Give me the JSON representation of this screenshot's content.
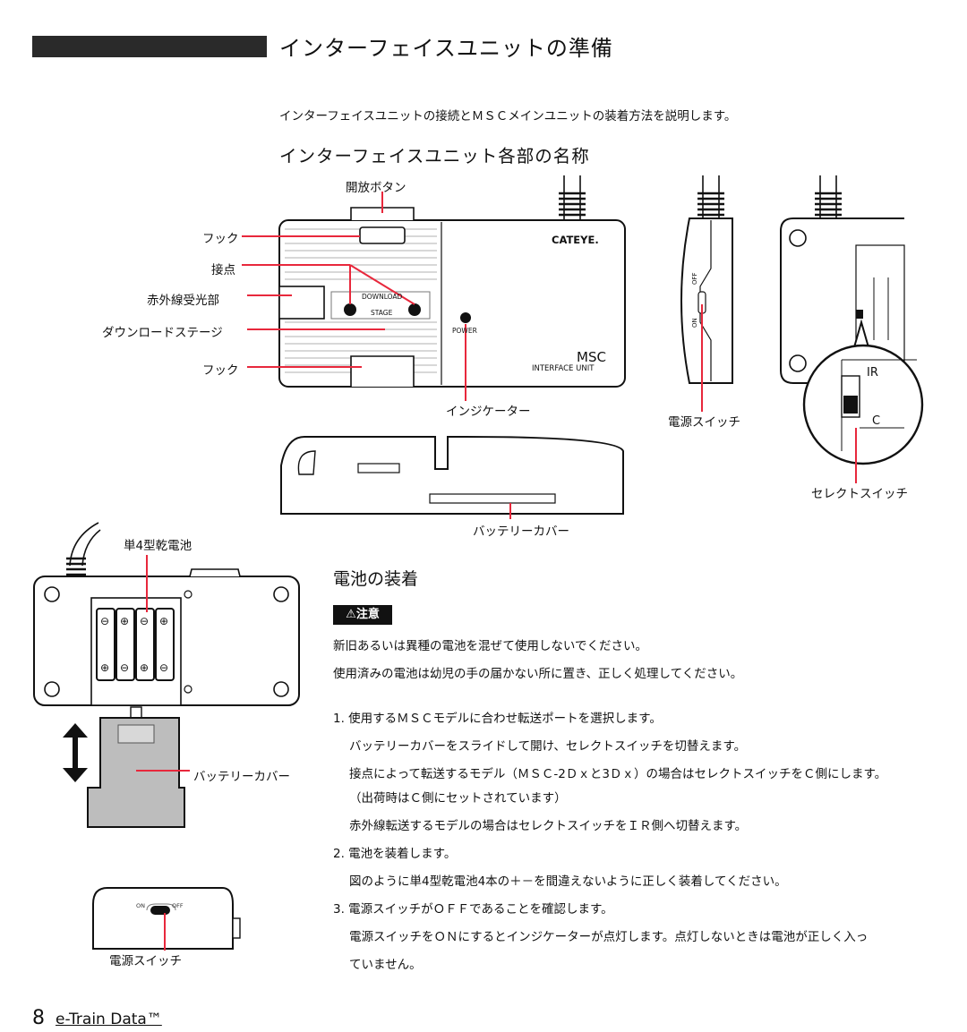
{
  "header": {
    "title": "インターフェイスユニットの準備"
  },
  "intro": "インターフェイスユニットの接続とＭＳＣメインユニットの装着方法を説明します。",
  "parts": {
    "heading": "インターフェイスユニット各部の名称",
    "labels": {
      "release_button": "開放ボタン",
      "hook_top": "フック",
      "contacts": "接点",
      "ir_receiver": "赤外線受光部",
      "download_stage": "ダウンロードステージ",
      "hook_bottom": "フック",
      "indicator": "インジケーター",
      "power_switch": "電源スイッチ",
      "select_switch": "セレクトスイッチ",
      "battery_cover": "バッテリーカバー"
    },
    "device_text": {
      "brand": "CATEYE.",
      "download": "DOWNLOAD",
      "stage": "STAGE",
      "power": "POWER",
      "model": "MSC",
      "model_sub": "INTERFACE UNIT",
      "off": "OFF",
      "on": "ON",
      "ir": "IR",
      "c": "C"
    }
  },
  "battery": {
    "heading": "電池の装着",
    "labels": {
      "aaa_battery": "単4型乾電池",
      "battery_cover": "バッテリーカバー",
      "power_switch": "電源スイッチ",
      "on": "ON",
      "off": "OFF"
    },
    "caution_label": "⚠注意",
    "cautions": [
      "新旧あるいは異種の電池を混ぜて使用しないでください。",
      "使用済みの電池は幼児の手の届かない所に置き、正しく処理してください。"
    ],
    "steps": [
      "1. 使用するＭＳＣモデルに合わせ転送ポートを選択します。",
      "バッテリーカバーをスライドして開け、セレクトスイッチを切替えます。",
      "接点によって転送するモデル（ＭＳＣ-2Ｄｘと3Ｄｘ）の場合はセレクトスイッチをＣ側にします。",
      "（出荷時はＣ側にセットされています）",
      "赤外線転送するモデルの場合はセレクトスイッチをＩＲ側へ切替えます。",
      "2. 電池を装着します。",
      "図のように単4型乾電池4本の＋－を間違えないように正しく装着してください。",
      "3. 電源スイッチがＯＦＦであることを確認します。",
      "電源スイッチをＯＮにするとインジケーターが点灯します。点灯しないときは電池が正しく入っ",
      "ていません。"
    ]
  },
  "footer": {
    "page_number": "8",
    "title": "e-Train Data™"
  },
  "colors": {
    "callout": "#e8283c",
    "text": "#111111",
    "bar": "#2a2a2a"
  }
}
